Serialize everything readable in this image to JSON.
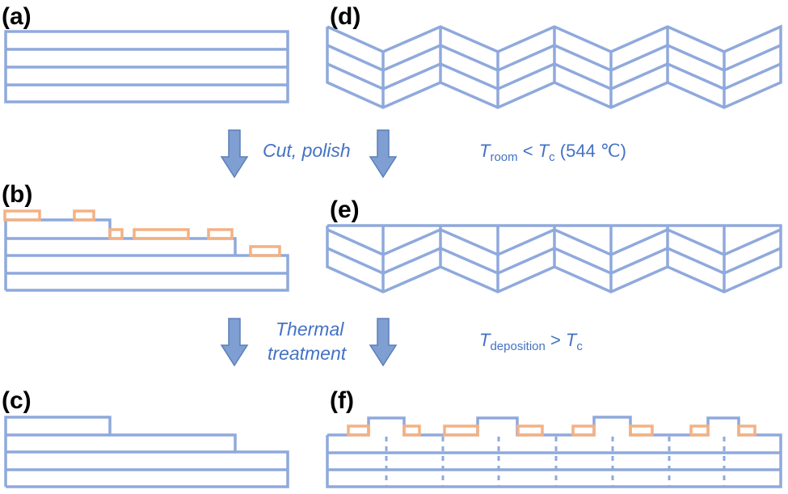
{
  "panels": {
    "a": "(a)",
    "b": "(b)",
    "c": "(c)",
    "d": "(d)",
    "e": "(e)",
    "f": "(f)"
  },
  "steps": {
    "step1": "Cut, polish",
    "step2_line1": "Thermal",
    "step2_line2": "treatment"
  },
  "conditions": {
    "cond1": {
      "T1": "T",
      "sub1": "room",
      "op": " < ",
      "T2": "T",
      "sub2": "c",
      "tail": " (544 ℃)"
    },
    "cond2": {
      "T1": "T",
      "sub1": "deposition",
      "op": " > ",
      "T2": "T",
      "sub2": "c"
    }
  },
  "colors": {
    "layer": "#8fa9dc",
    "deposit": "#f4b183",
    "text_accent": "#4472c4",
    "arrow": "#7f9fd3"
  }
}
